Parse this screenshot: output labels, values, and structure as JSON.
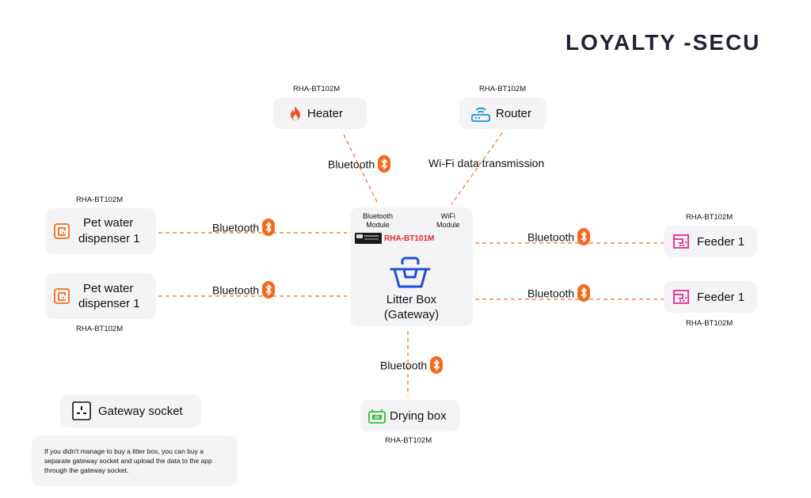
{
  "brand": {
    "logo_text": "LOYALTY -SECU"
  },
  "gateway": {
    "title_line1": "Litter Box",
    "title_line2": "(Gateway)",
    "bluetooth_module_line1": "Bluetooth",
    "bluetooth_module_line2": "Module",
    "wifi_module_line1": "WiFi",
    "wifi_module_line2": "Module",
    "chip_model": "RHA-BT101M",
    "chip_model_color": "#e8242b",
    "icon_color": "#1f4fd8"
  },
  "devices": {
    "heater": {
      "label": "Heater",
      "model": "RHA-BT102M",
      "icon_color": "#f04a22"
    },
    "router": {
      "label": "Router",
      "model": "RHA-BT102M",
      "icon_color": "#1d8fe0"
    },
    "pet_water_1": {
      "label_line1": "Pet water",
      "label_line2": "dispenser 1",
      "model": "RHA-BT102M",
      "icon_color": "#f26b1d"
    },
    "pet_water_2": {
      "label_line1": "Pet water",
      "label_line2": "dispenser 1",
      "model": "RHA-BT102M",
      "icon_color": "#f26b1d"
    },
    "feeder_1": {
      "label": "Feeder 1",
      "model": "RHA-BT102M",
      "icon_color": "#e0298f"
    },
    "feeder_2": {
      "label": "Feeder 1",
      "model": "RHA-BT102M",
      "icon_color": "#e0298f"
    },
    "drying_box": {
      "label": "Drying box",
      "model": "RHA-BT102M",
      "icon_color": "#2fbf3a"
    }
  },
  "connections": {
    "heater": "Bluetooth",
    "router": "Wi-Fi data transmission",
    "pet_water_1": "Bluetooth",
    "pet_water_2": "Bluetooth",
    "feeder_1": "Bluetooth",
    "feeder_2": "Bluetooth",
    "drying_box": "Bluetooth",
    "line_color": "#f26b1d",
    "bluetooth_icon_color": "#f26b1d"
  },
  "gateway_socket": {
    "label": "Gateway socket",
    "note": "If you didn't manage to buy a litter box, you can buy a separate gateway socket and upload the data to the app through the gateway socket."
  }
}
